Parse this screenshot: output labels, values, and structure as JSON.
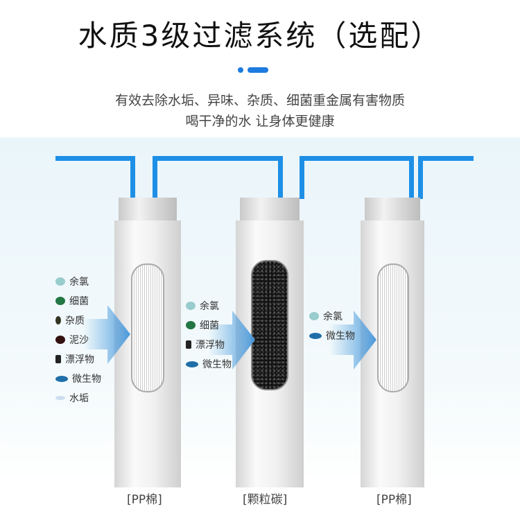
{
  "title": "水质3级过滤系统（选配）",
  "subtitle": [
    "有效去除水垢、异味、杂质、细菌重金属有害物质",
    "喝干净的水 让身体更健康"
  ],
  "stages": [
    {
      "name": "[PP棉]",
      "items": [
        {
          "icon": "chlorine-icon",
          "label": "余氯"
        },
        {
          "icon": "bacteria-icon",
          "label": "细菌"
        },
        {
          "icon": "impurity-icon",
          "label": "杂质"
        },
        {
          "icon": "sand-icon",
          "label": "泥沙"
        },
        {
          "icon": "floating-debris-icon",
          "label": "漂浮物"
        },
        {
          "icon": "microbe-icon",
          "label": "微生物"
        },
        {
          "icon": "scale-icon",
          "label": "水垢"
        }
      ]
    },
    {
      "name": "[颗粒碳]",
      "items": [
        {
          "icon": "chlorine-icon",
          "label": "余氯"
        },
        {
          "icon": "bacteria-icon",
          "label": "细菌"
        },
        {
          "icon": "floating-debris-icon",
          "label": "漂浮物"
        },
        {
          "icon": "microbe-icon",
          "label": "微生物"
        }
      ]
    },
    {
      "name": "[PP棉]",
      "items": [
        {
          "icon": "chlorine-icon",
          "label": "余氯"
        },
        {
          "icon": "microbe-icon",
          "label": "微生物"
        }
      ]
    }
  ],
  "colors": {
    "accent": "#1e7be0",
    "pipe": "#1e8fe6"
  }
}
